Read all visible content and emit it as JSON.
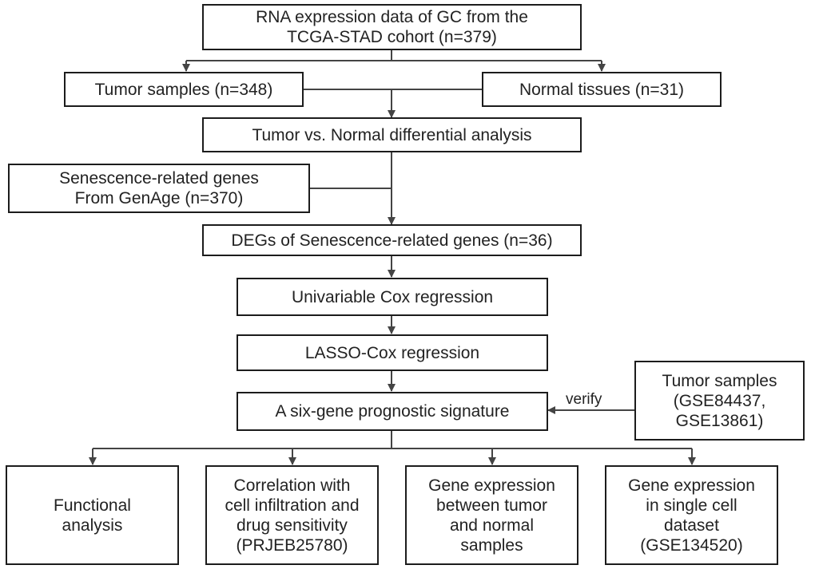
{
  "nodes": {
    "source": "RNA expression data of GC from the\nTCGA-STAD cohort (n=379)",
    "tumor": "Tumor samples (n=348)",
    "normal": "Normal tissues (n=31)",
    "diff": "Tumor vs. Normal differential analysis",
    "senescence": "Senescence-related genes\nFrom GenAge (n=370)",
    "degs": "DEGs of Senescence-related genes (n=36)",
    "univariable": "Univariable Cox regression",
    "lasso": "LASSO-Cox regression",
    "signature": "A six-gene prognostic signature",
    "validation": "Tumor samples\n(GSE84437,\nGSE13861)",
    "functional": "Functional\nanalysis",
    "correlation": "Correlation with\ncell infiltration and\ndrug sensitivity\n(PRJEB25780)",
    "geneexpr": "Gene expression\nbetween tumor\nand normal\nsamples",
    "singlecell": "Gene expression\nin single cell\ndataset\n(GSE134520)"
  },
  "edge_labels": {
    "verify": "verify"
  }
}
